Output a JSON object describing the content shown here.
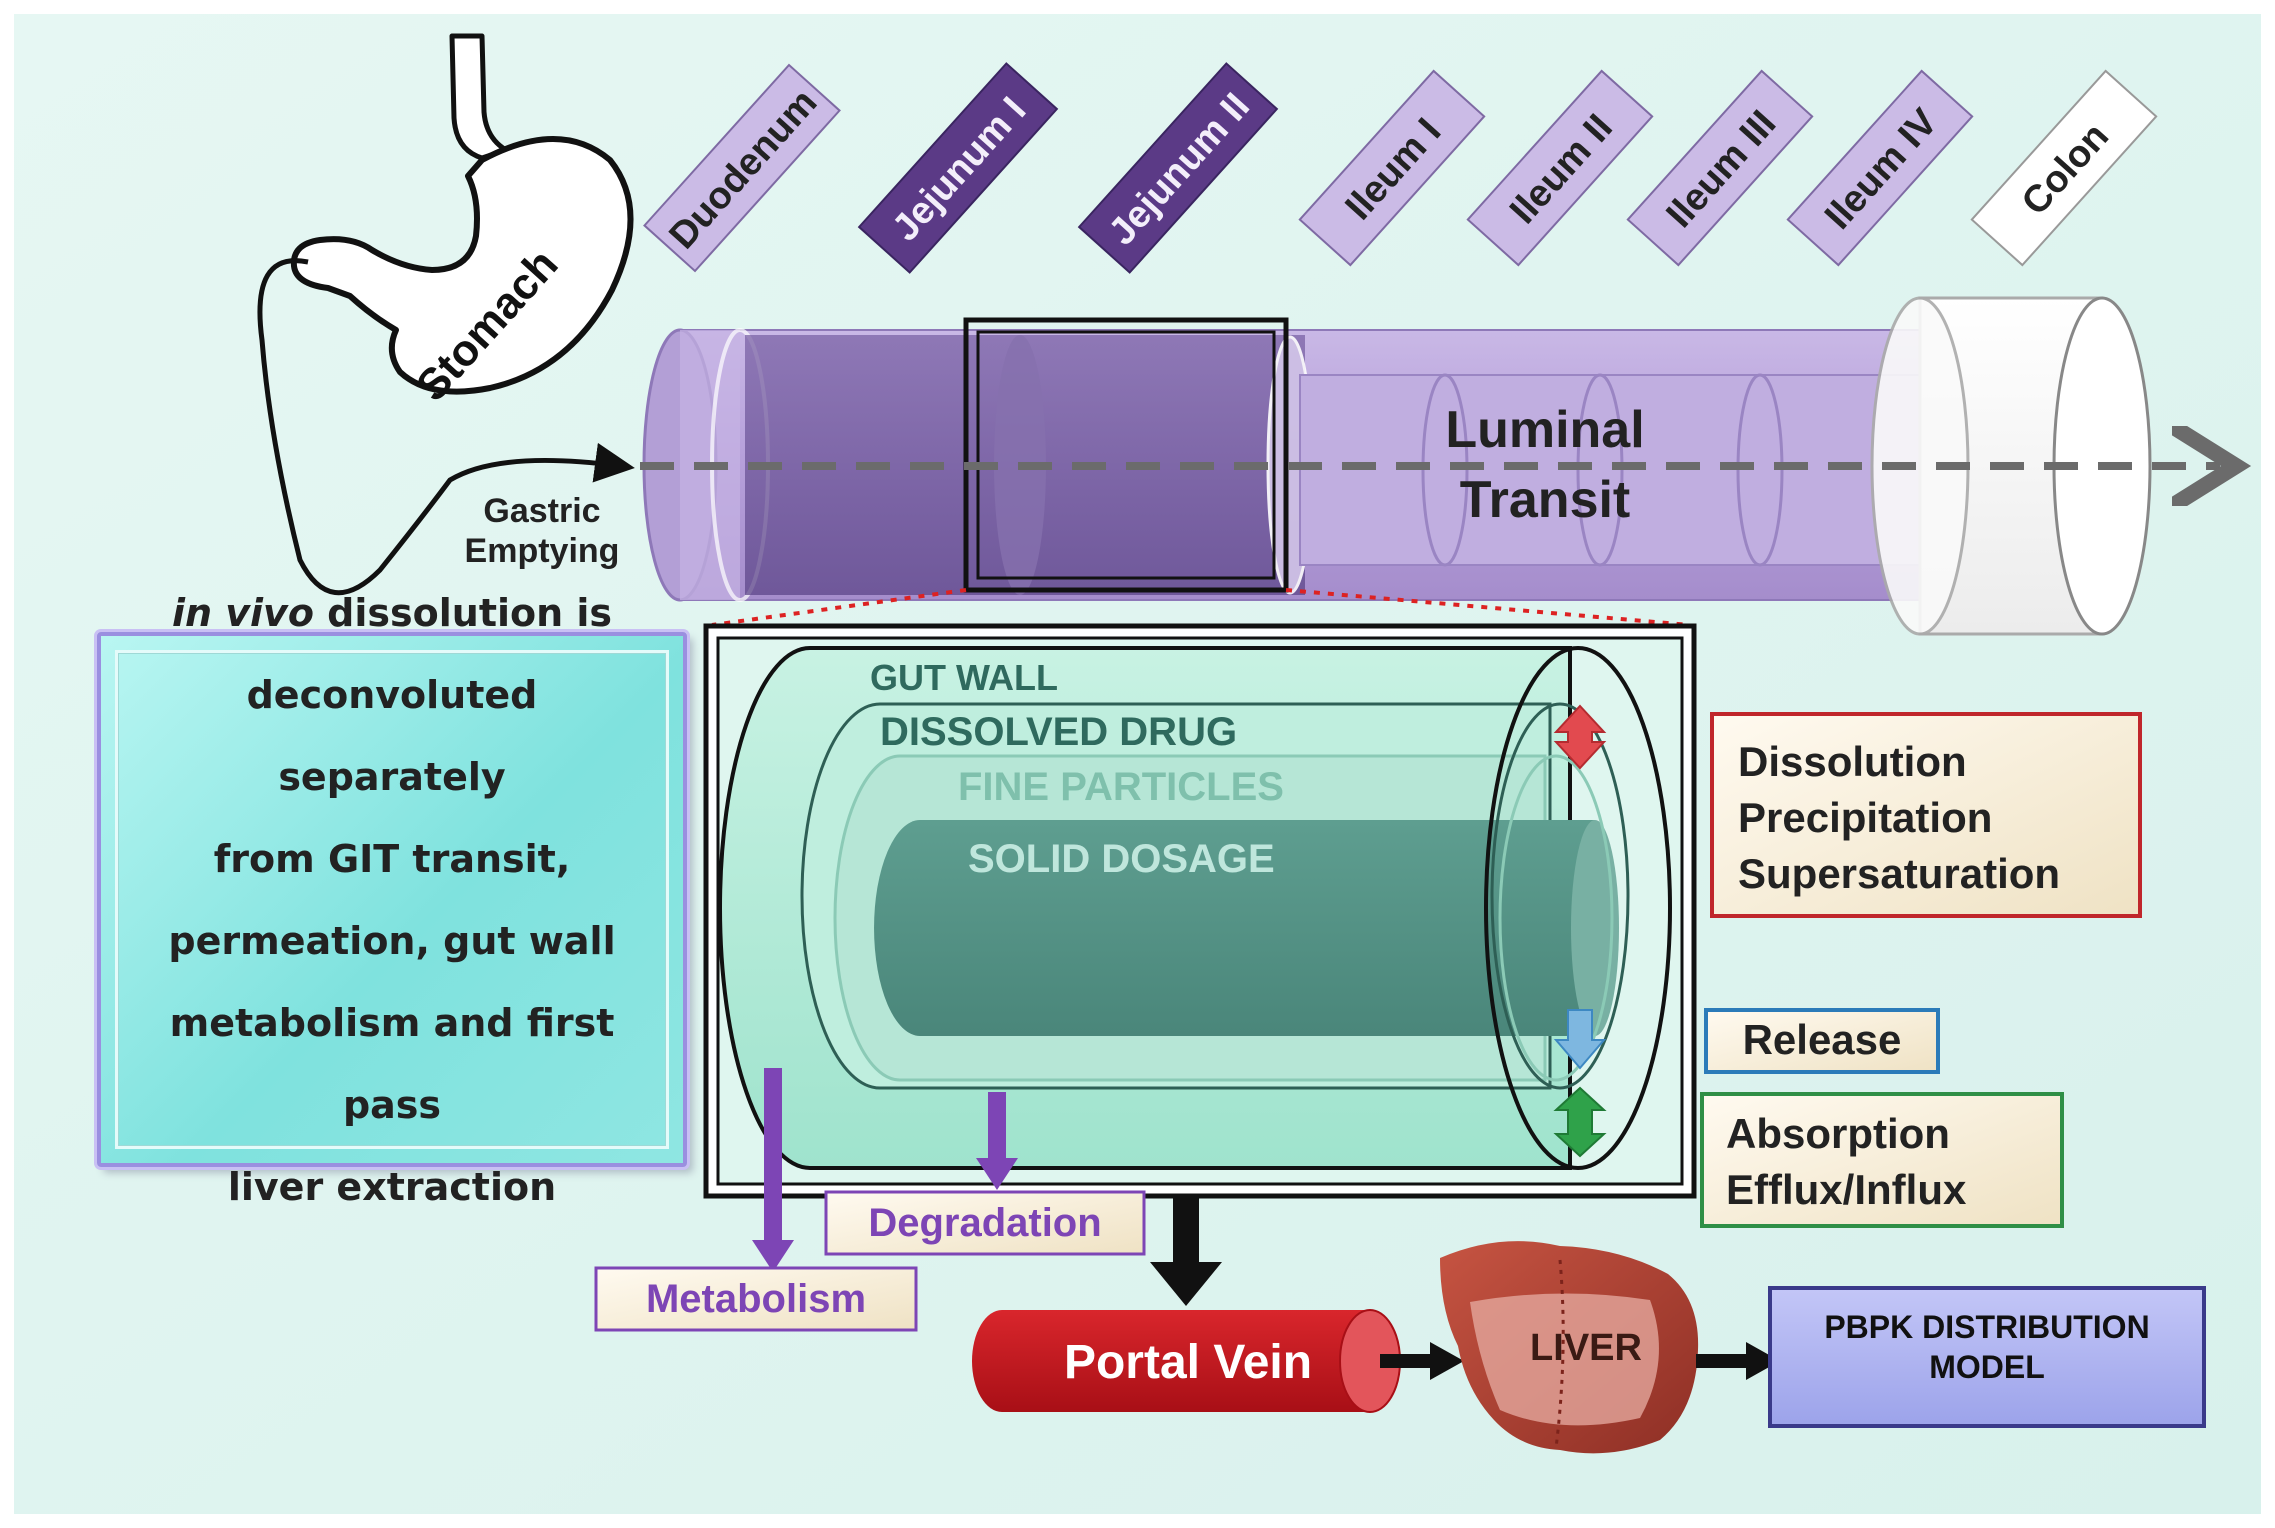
{
  "segments": [
    {
      "label": "Duodenum",
      "fill": "#cbbbe6"
    },
    {
      "label": "Jejunum I",
      "fill": "#5b3a86"
    },
    {
      "label": "Jejunum II",
      "fill": "#5b3a86"
    },
    {
      "label": "Ileum I",
      "fill": "#cbbbe6"
    },
    {
      "label": "Ileum II",
      "fill": "#cbbbe6"
    },
    {
      "label": "Ileum III",
      "fill": "#cbbbe6"
    },
    {
      "label": "Ileum IV",
      "fill": "#cbbbe6"
    },
    {
      "label": "Colon",
      "fill": "#ffffff"
    }
  ],
  "stomach": {
    "label": "Stomach"
  },
  "gastric": {
    "line1": "Gastric",
    "line2": "Emptying"
  },
  "luminal": {
    "line1": "Luminal",
    "line2": "Transit"
  },
  "layers": {
    "gut_wall": "GUT WALL",
    "dissolved_drug": "DISSOLVED DRUG",
    "fine_particles": "FINE PARTICLES",
    "solid_dosage": "SOLID  DOSAGE"
  },
  "info": {
    "italic": "in vivo",
    "line1_rest": " dissolution is",
    "line2": "deconvoluted separately",
    "line3": "from GIT transit,",
    "line4": "permeation, gut wall",
    "line5": "metabolism and first pass",
    "line6": "liver extraction"
  },
  "processes": {
    "dissolution": "Dissolution",
    "precipitation": "Precipitation",
    "supersaturation": "Supersaturation",
    "release": "Release",
    "absorption": "Absorption",
    "efflux": "Efflux/Influx",
    "degradation": "Degradation",
    "metabolism": "Metabolism"
  },
  "portal_vein": "Portal Vein",
  "liver": "LIVER",
  "pbpk": {
    "line1": "PBPK DISTRIBUTION",
    "line2": "MODEL"
  },
  "colors": {
    "dissolution_border": "#c0262b",
    "release_border": "#2b7bb9",
    "absorption_border": "#2f8f46",
    "metabolism_text": "#7d45b5",
    "portal_vein": "#c8161d",
    "liver": "#b94a3c",
    "pbpk_fill": "#aab0f0"
  }
}
